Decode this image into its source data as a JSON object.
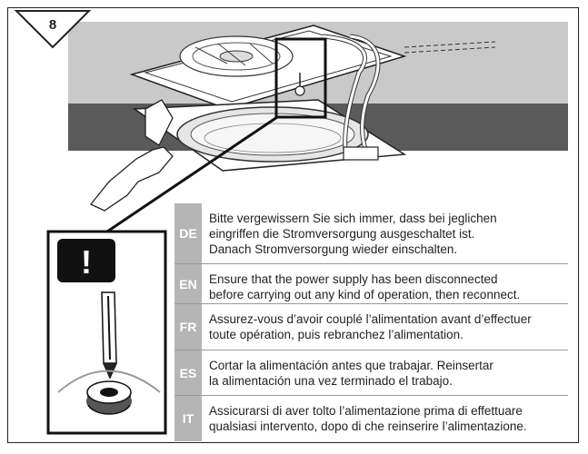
{
  "step": {
    "number": "8"
  },
  "warning": {
    "symbol": "!"
  },
  "instructions": [
    {
      "code": "DE",
      "text": "Bitte vergewissern Sie sich immer, dass bei jeglichen\neingriffen die Stromversorgung ausgeschaltet ist.\nDanach Stromversorgung wieder einschalten."
    },
    {
      "code": "EN",
      "text": "Ensure that the power supply has been disconnected\nbefore carrying out any kind of operation, then reconnect."
    },
    {
      "code": "FR",
      "text": "Assurez-vous d’avoir couplé l’alimentation avant d’effectuer\ntoute opération, puis rebranchez l’alimentation."
    },
    {
      "code": "ES",
      "text": "Cortar la alimentación antes que trabajar. Reinsertar\nla alimentación una vez terminado el trabajo."
    },
    {
      "code": "IT",
      "text": "Assicurarsi di aver tolto l’alimentazione prima di effettuare\nqualsiasi intervento, dopo di che reinserire l’alimentazione."
    }
  ]
}
